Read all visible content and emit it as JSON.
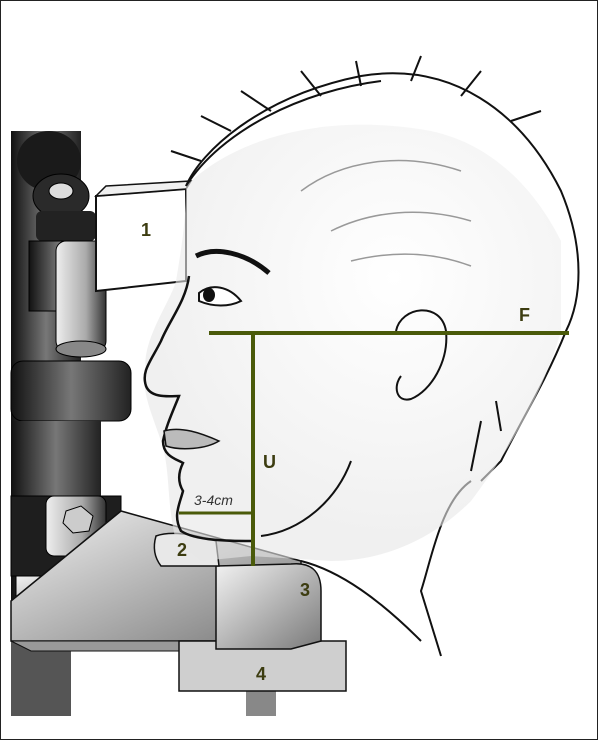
{
  "labels": {
    "one": "1",
    "two": "2",
    "three": "3",
    "four": "4",
    "F": "F",
    "U": "U",
    "distance": "3-4cm"
  },
  "colors": {
    "measure_line": "#4a5a0a",
    "label_text": "#3c3c10",
    "outline": "#111111"
  }
}
